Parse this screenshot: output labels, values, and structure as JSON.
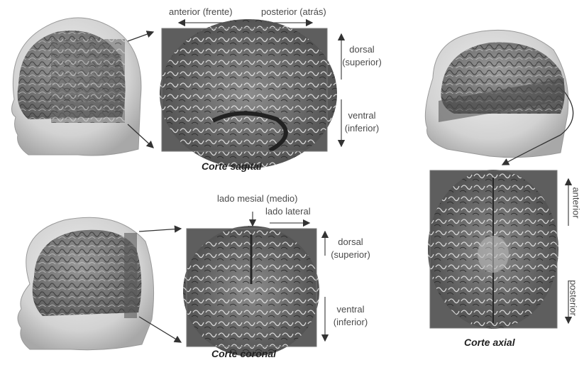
{
  "sagittal": {
    "title": "Corte sagital",
    "anterior": "anterior (frente)",
    "posterior": "posterior (atrás)",
    "dorsal": "dorsal",
    "dorsal_sub": "(superior)",
    "ventral": "ventral",
    "ventral_sub": "(inferior)"
  },
  "coronal": {
    "title": "Corte coronal",
    "mesial": "lado mesial (medio)",
    "lateral": "lado lateral",
    "dorsal": "dorsal",
    "dorsal_sub": "(superior)",
    "ventral": "ventral",
    "ventral_sub": "(inferior)"
  },
  "axial": {
    "title": "Corte axial",
    "anterior": "anterior",
    "posterior": "posterior"
  }
}
